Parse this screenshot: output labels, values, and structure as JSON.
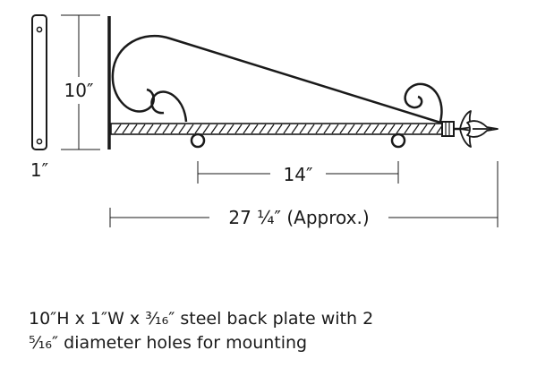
{
  "dimensions": {
    "height": "10″",
    "width": "1″",
    "hook_spacing": "14″",
    "overall_length": "27 ¼″ (Approx.)"
  },
  "caption": {
    "line1": "10″H x 1″W x ³⁄₁₆″ steel back plate with 2",
    "line2": "⁵⁄₁₆″ diameter holes for mounting"
  }
}
